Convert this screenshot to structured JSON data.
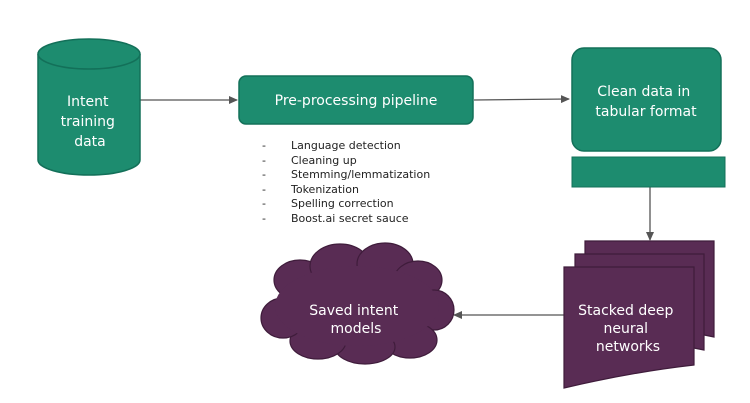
{
  "colors": {
    "teal": "#1d8c6f",
    "teal_border": "#137059",
    "purple": "#592c54",
    "purple_border": "#3f1c3b",
    "arrow": "#555555"
  },
  "nodes": {
    "intent_training_data": {
      "lines": [
        "Intent",
        "training",
        "data"
      ]
    },
    "preprocessing_pipeline": {
      "lines": [
        "Pre-processing pipeline"
      ]
    },
    "clean_data": {
      "lines": [
        "Clean data in",
        "tabular format"
      ]
    },
    "stacked_networks": {
      "lines": [
        "Stacked deep",
        "neural",
        "networks"
      ]
    },
    "saved_models": {
      "lines": [
        "Saved intent",
        "models"
      ]
    }
  },
  "preprocessing_steps": [
    "Language detection",
    "Cleaning up",
    "Stemming/lemmatization",
    "Tokenization",
    "Spelling correction",
    "Boost.ai secret sauce"
  ]
}
